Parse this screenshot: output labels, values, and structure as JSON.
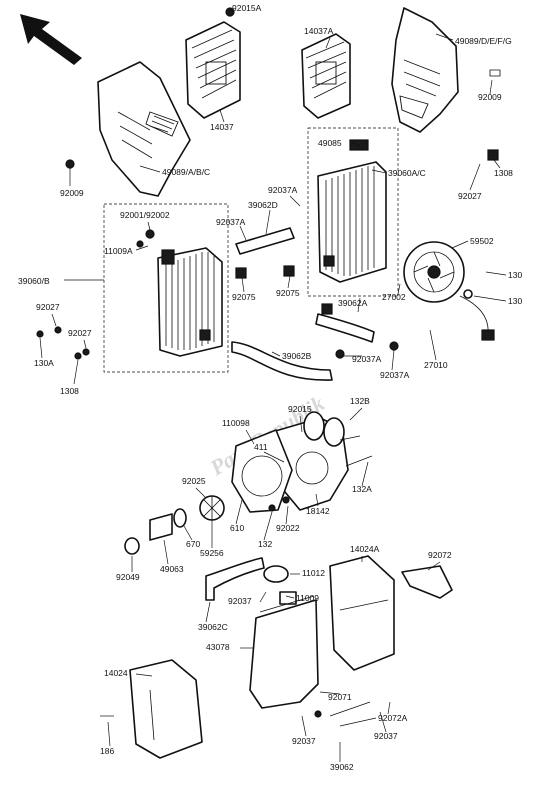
{
  "diagram": {
    "watermark": "PartsRepublik",
    "callouts": {
      "c92015A": "92015A",
      "c14037A": "14037A",
      "c49089DEFG": "49089/D/E/F/G",
      "c14037": "14037",
      "c92009a": "92009",
      "c49089ABC": "49089/A/B/C",
      "c92009b": "92009",
      "c49085": "49085",
      "c39060AC": "39060A/C",
      "c1308a": "1308",
      "c92027a": "92027",
      "c92037Aa": "92037A",
      "c39062D": "39062D",
      "c92037Ab": "92037A",
      "c92001": "92001/92002",
      "c11009A": "11009A",
      "c59502": "59502",
      "c130a": "130",
      "c130b": "130",
      "c39060B": "39060/B",
      "c92075a": "92075",
      "c92075b": "92075",
      "c27002": "27002",
      "c39062A": "39062A",
      "c92027b": "92027",
      "c92027c": "92027",
      "c130A": "130A",
      "c1308b": "1308",
      "c39062B": "39062B",
      "c92037Ac": "92037A",
      "c92037Ad": "92037A",
      "c27010": "27010",
      "c92015": "92015",
      "c132B": "132B",
      "c110098": "110098",
      "c411": "411",
      "c92025": "92025",
      "c132A": "132A",
      "c18142": "18142",
      "c610": "610",
      "c670": "670",
      "c59256": "59256",
      "c92022": "92022",
      "c132": "132",
      "c92049": "92049",
      "c49063": "49063",
      "c14024A": "14024A",
      "c92072": "92072",
      "c11012": "11012",
      "c92037a": "92037",
      "c11009": "11009",
      "c39062C": "39062C",
      "c43078": "43078",
      "c14024": "14024",
      "c92071": "92071",
      "c92072A": "92072A",
      "c92037b": "92037",
      "c92037c": "92037",
      "c39062": "39062",
      "c186": "186"
    }
  }
}
